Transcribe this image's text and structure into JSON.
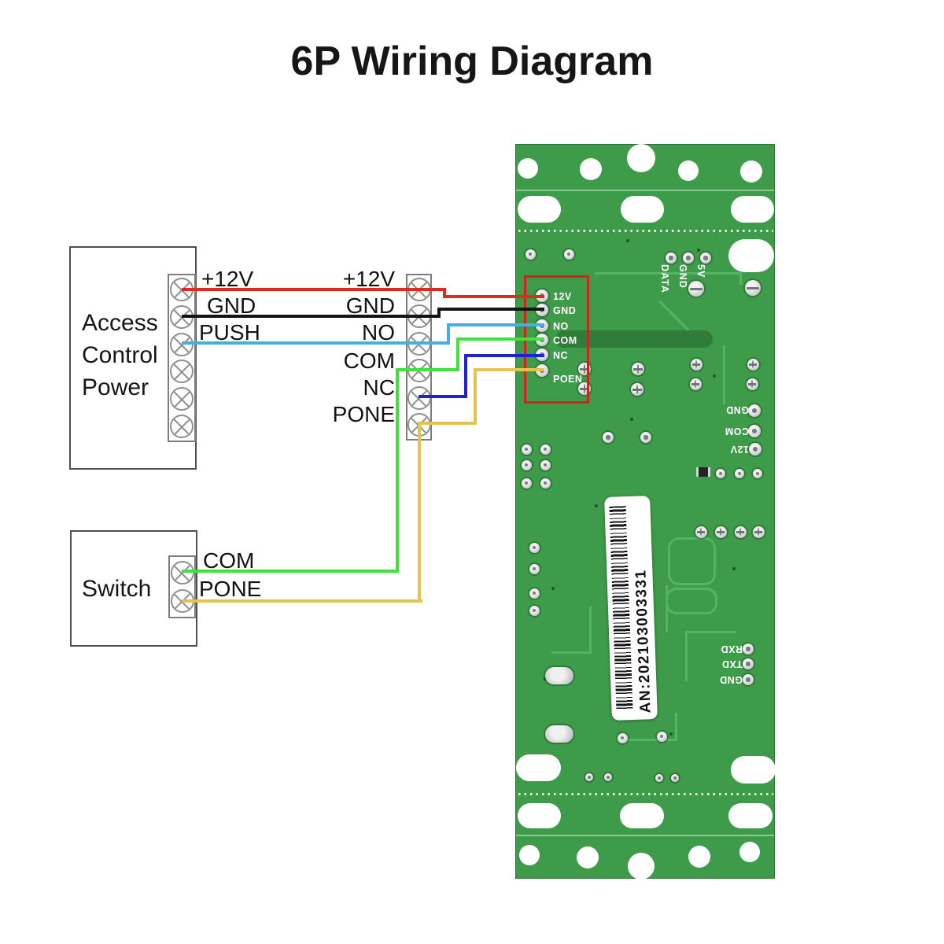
{
  "title": "6P Wiring Diagram",
  "devices": {
    "access_control": {
      "name_lines": [
        "Access",
        "Control",
        "Power"
      ],
      "terminal_labels": [
        "+12V",
        "GND",
        "PUSH"
      ]
    },
    "switch": {
      "name": "Switch",
      "terminal_labels": [
        "COM",
        "PONE"
      ]
    }
  },
  "junction_block": {
    "terminal_labels": [
      "+12V",
      "GND",
      "NO",
      "COM",
      "NC",
      "PONE"
    ]
  },
  "pcb": {
    "highlight_port_labels": [
      "12V",
      "GND",
      "NO",
      "COM",
      "NC",
      "POEN"
    ],
    "programming_pad_labels": [
      "DATA",
      "GND",
      "5V"
    ],
    "aux_pad_labels": [
      "GND",
      "COM",
      "12V"
    ],
    "serial_pad_labels": [
      "RXD",
      "TXD",
      "GND"
    ],
    "barcode_text": "AN:202103003331",
    "board_color": "#3e9b49",
    "highlight_box_color": "#c8271b"
  },
  "wires": [
    {
      "id": "v12",
      "color": "#de2b20",
      "from": "Access Control Power +12V",
      "to": "PCB 12V"
    },
    {
      "id": "gnd",
      "color": "#141414",
      "from": "Access Control Power GND",
      "to": "PCB GND"
    },
    {
      "id": "push",
      "color": "#45aee6",
      "from": "Access Control Power PUSH",
      "to": "PCB NO"
    },
    {
      "id": "com",
      "color": "#3fe23a",
      "from": "Switch COM",
      "to": "PCB COM"
    },
    {
      "id": "nc",
      "color": "#2021d6",
      "from": "Junction NC",
      "to": "PCB NC"
    },
    {
      "id": "pone",
      "color": "#e8c251",
      "from": "Switch PONE",
      "to": "PCB POEN"
    }
  ]
}
